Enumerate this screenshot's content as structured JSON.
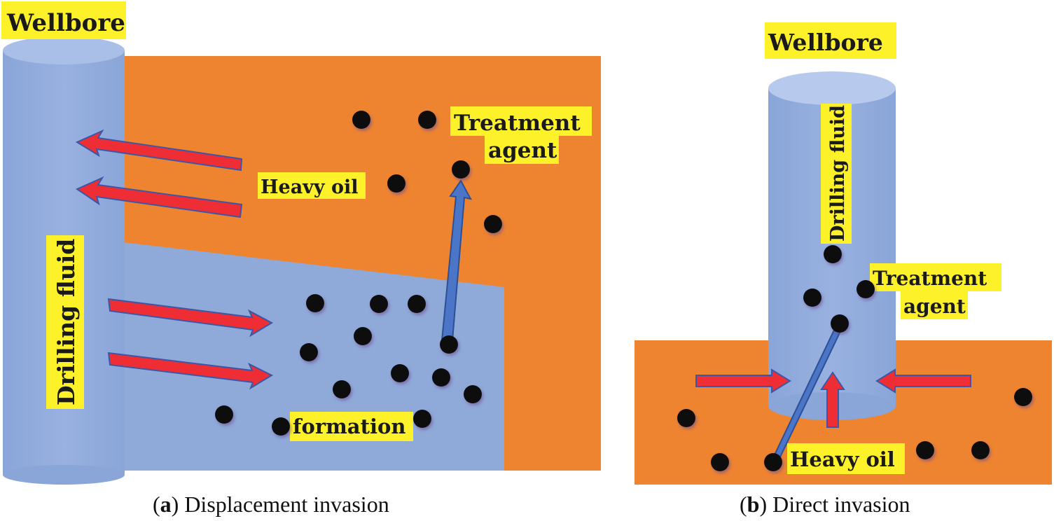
{
  "panel_a": {
    "wellbore": "Wellbore",
    "drilling_fluid": "Drilling fluid",
    "treatment_agent_line1": "Treatment",
    "treatment_agent_line2": "agent",
    "heavy_oil": "Heavy oil",
    "formation": "formation",
    "caption_letter": "a",
    "caption_text": " Displacement invasion"
  },
  "panel_b": {
    "wellbore": "Wellbore",
    "drilling_fluid": "Drilling fluid",
    "treatment_agent_line1": "Treatment",
    "treatment_agent_line2": "agent",
    "heavy_oil": "Heavy oil",
    "caption_letter": "b",
    "caption_text": " Direct invasion"
  },
  "colors": {
    "formation_orange": "#ee8430",
    "fluid_blue": "#8fa9d9",
    "label_yellow": "#fdf12a",
    "arrow_red": "#ee2d35",
    "arrow_blue": "#4b76c7",
    "particle": "#111111"
  }
}
